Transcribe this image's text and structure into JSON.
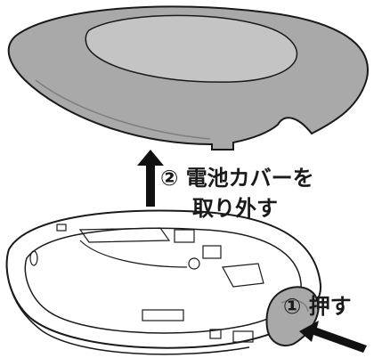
{
  "steps": {
    "remove_cover": {
      "number": "②",
      "text_line1": "電池カバーを",
      "text_line2": "取り外す"
    },
    "press": {
      "number": "①",
      "text": "押す"
    }
  },
  "colors": {
    "cover_gray": "#a9a9a9",
    "outline": "#1a1a1a",
    "body_white": "#ffffff",
    "arrow": "#111111"
  }
}
